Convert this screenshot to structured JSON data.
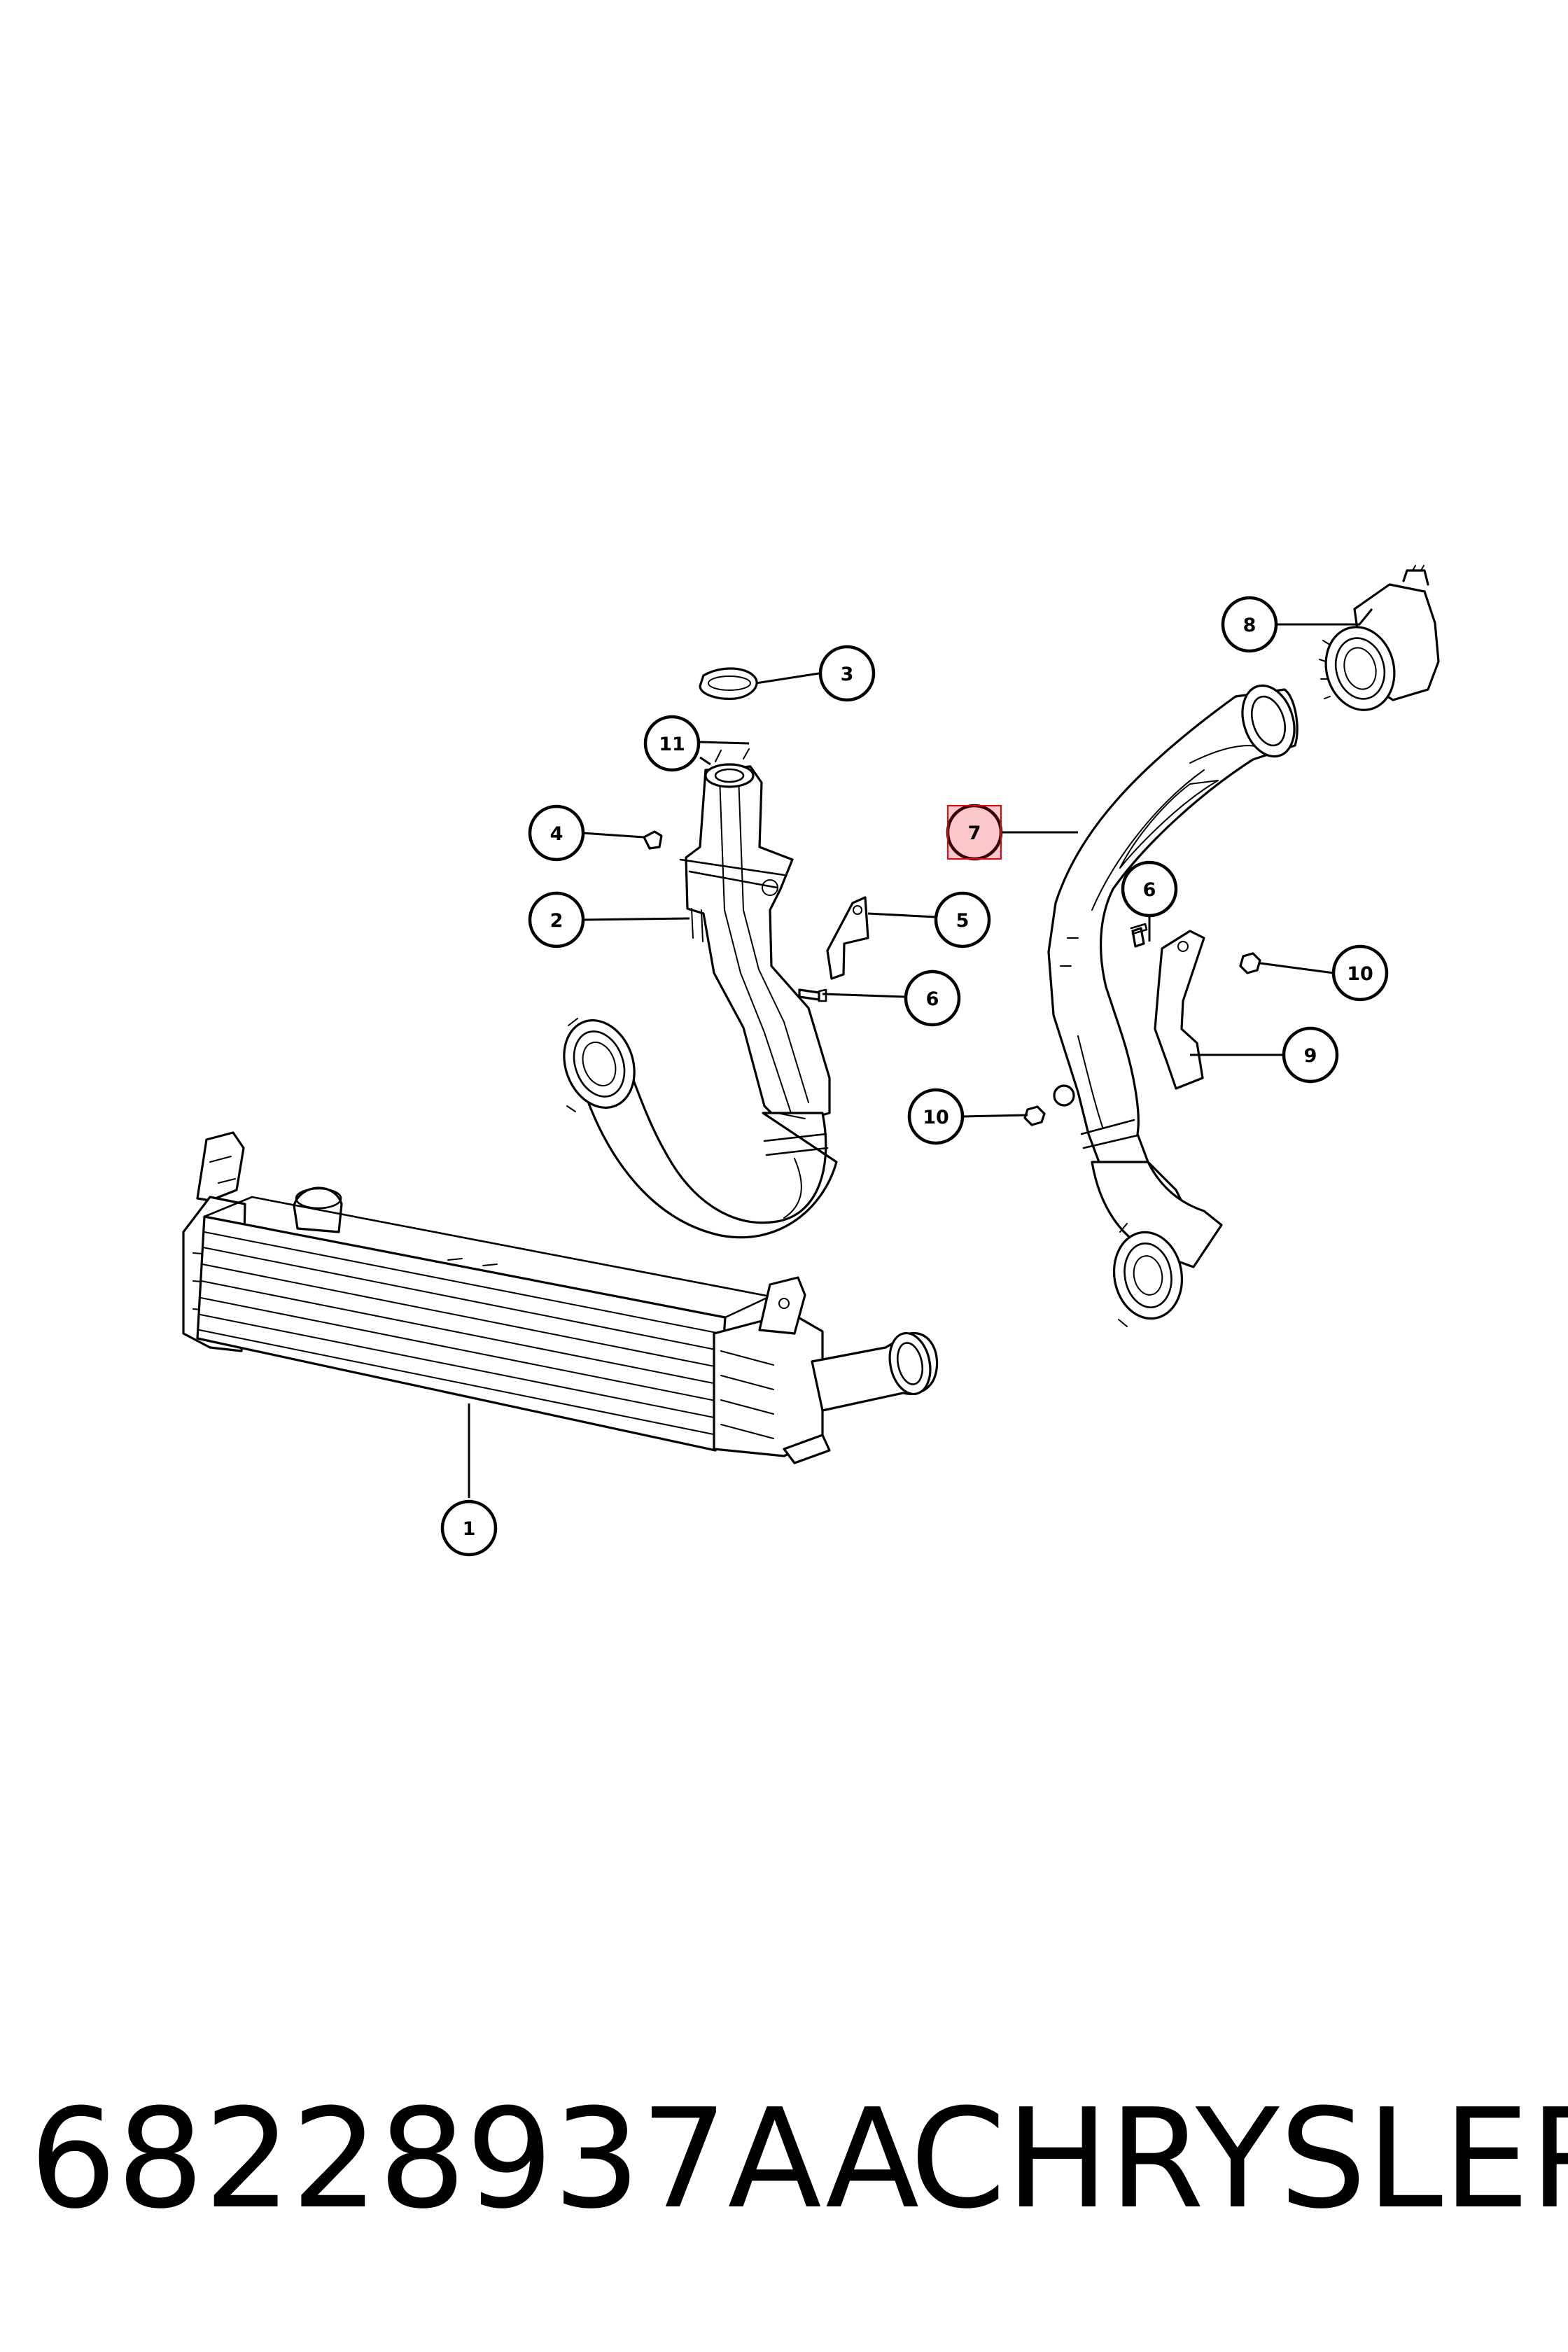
{
  "diagram": {
    "callouts": [
      {
        "id": "c1",
        "label": "1"
      },
      {
        "id": "c2",
        "label": "2"
      },
      {
        "id": "c3",
        "label": "3"
      },
      {
        "id": "c4",
        "label": "4"
      },
      {
        "id": "c5",
        "label": "5"
      },
      {
        "id": "c6a",
        "label": "6"
      },
      {
        "id": "c6b",
        "label": "6"
      },
      {
        "id": "c7",
        "label": "7",
        "highlighted": true
      },
      {
        "id": "c8",
        "label": "8"
      },
      {
        "id": "c9",
        "label": "9"
      },
      {
        "id": "c10a",
        "label": "10"
      },
      {
        "id": "c10b",
        "label": "10"
      },
      {
        "id": "c11",
        "label": "11"
      }
    ],
    "highlight_color": "#e8000e",
    "line_color": "#000000",
    "background": "#ffffff"
  },
  "caption": {
    "part_number": "68228937AA",
    "brand": "CHRYSLER"
  }
}
